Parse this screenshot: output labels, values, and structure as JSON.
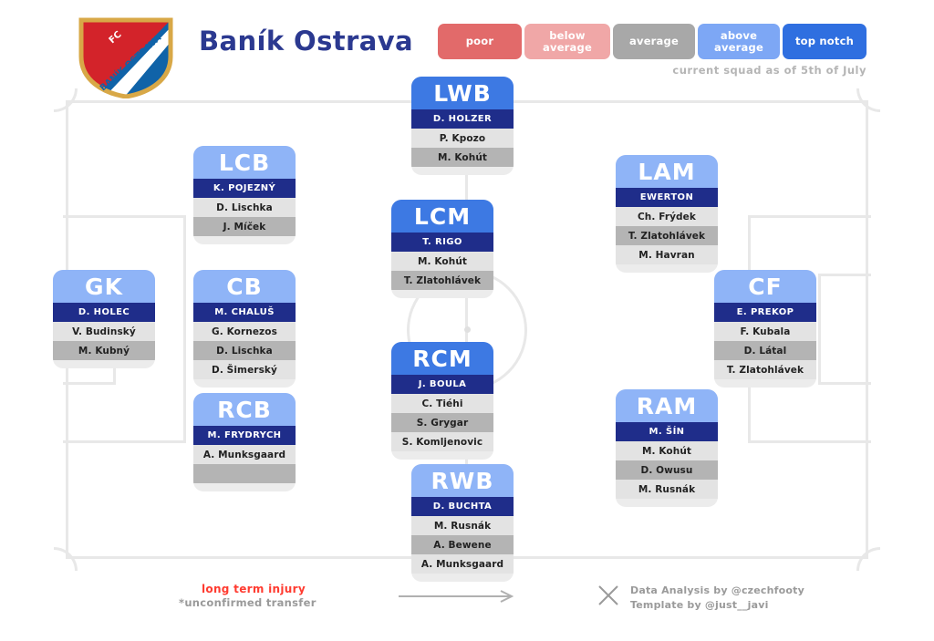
{
  "header": {
    "club_title": "Baník Ostrava",
    "crest": {
      "icon": "club-crest-icon",
      "text_fc": "FC",
      "text_band": "BANÍK OSTRAVA",
      "color_red": "#d3232a",
      "color_blue": "#1063a8",
      "color_gold": "#d8a council"
    },
    "as_of": "current squad as of 5th of July"
  },
  "legend": {
    "items": [
      {
        "label": "poor",
        "key": "poor",
        "color": "#e26a6a"
      },
      {
        "label": "below\naverage",
        "key": "below",
        "color": "#f0a7a7"
      },
      {
        "label": "average",
        "key": "avg",
        "color": "#a8a8a8"
      },
      {
        "label": "above\naverage",
        "key": "above",
        "color": "#7da7f5"
      },
      {
        "label": "top notch",
        "key": "top",
        "color": "#2f6fe0"
      }
    ]
  },
  "positions": [
    {
      "id": "lwb",
      "code": "LWB",
      "rating": "top",
      "players": [
        {
          "name": "D. HOLZER",
          "tier": "starter"
        },
        {
          "name": "P. Kpozo",
          "tier": "light"
        },
        {
          "name": "M. Kohút",
          "tier": "dark"
        }
      ]
    },
    {
      "id": "lcb",
      "code": "LCB",
      "rating": "above",
      "players": [
        {
          "name": "K. POJEZNÝ",
          "tier": "starter"
        },
        {
          "name": "D. Lischka",
          "tier": "light"
        },
        {
          "name": "J. Míček",
          "tier": "dark"
        }
      ]
    },
    {
      "id": "lam",
      "code": "LAM",
      "rating": "above",
      "players": [
        {
          "name": "EWERTON",
          "tier": "starter"
        },
        {
          "name": "Ch. Frýdek",
          "tier": "light"
        },
        {
          "name": "T. Zlatohlávek",
          "tier": "dark"
        },
        {
          "name": "M. Havran",
          "tier": "light"
        }
      ]
    },
    {
      "id": "lcm",
      "code": "LCM",
      "rating": "top",
      "players": [
        {
          "name": "T. RIGO",
          "tier": "starter"
        },
        {
          "name": "M. Kohút",
          "tier": "light"
        },
        {
          "name": "T. Zlatohlávek",
          "tier": "dark"
        }
      ]
    },
    {
      "id": "gk",
      "code": "GK",
      "rating": "above",
      "players": [
        {
          "name": "D. HOLEC",
          "tier": "starter"
        },
        {
          "name": "V. Budinský",
          "tier": "light"
        },
        {
          "name": "M. Kubný",
          "tier": "dark"
        }
      ]
    },
    {
      "id": "cb",
      "code": "CB",
      "rating": "above",
      "players": [
        {
          "name": "M. CHALUŠ",
          "tier": "starter"
        },
        {
          "name": "G. Kornezos",
          "tier": "light"
        },
        {
          "name": "D. Lischka",
          "tier": "dark"
        },
        {
          "name": "D. Šimerský",
          "tier": "light"
        }
      ]
    },
    {
      "id": "cf",
      "code": "CF",
      "rating": "above",
      "players": [
        {
          "name": "E. PREKOP",
          "tier": "starter"
        },
        {
          "name": "F. Kubala",
          "tier": "light"
        },
        {
          "name": "D. Látal",
          "tier": "dark"
        },
        {
          "name": "T. Zlatohlávek",
          "tier": "light"
        }
      ]
    },
    {
      "id": "rcm",
      "code": "RCM",
      "rating": "top",
      "players": [
        {
          "name": "J. BOULA",
          "tier": "starter"
        },
        {
          "name": "C. Tiéhi",
          "tier": "light"
        },
        {
          "name": "S. Grygar",
          "tier": "dark"
        },
        {
          "name": "S. Komljenovic",
          "tier": "light"
        }
      ]
    },
    {
      "id": "rcb",
      "code": "RCB",
      "rating": "above",
      "players": [
        {
          "name": "M. FRYDRYCH",
          "tier": "starter"
        },
        {
          "name": "A. Munksgaard",
          "tier": "light"
        },
        {
          "name": "",
          "tier": "blank"
        }
      ]
    },
    {
      "id": "ram",
      "code": "RAM",
      "rating": "above",
      "players": [
        {
          "name": "M. ŠÍN",
          "tier": "starter"
        },
        {
          "name": "M. Kohút",
          "tier": "light"
        },
        {
          "name": "D. Owusu",
          "tier": "dark"
        },
        {
          "name": "M. Rusnák",
          "tier": "light"
        }
      ]
    },
    {
      "id": "rwb",
      "code": "RWB",
      "rating": "above",
      "players": [
        {
          "name": "D. BUCHTA",
          "tier": "starter"
        },
        {
          "name": "M. Rusnák",
          "tier": "light"
        },
        {
          "name": "A. Bewene",
          "tier": "dark"
        },
        {
          "name": "A. Munksgaard",
          "tier": "light"
        }
      ]
    }
  ],
  "footer": {
    "injury_label": "long term injury",
    "transfer_label": "*unconfirmed transfer",
    "arrow_icon": "arrow-right-icon",
    "x_icon": "x-logo-icon",
    "credit_line1": "Data Analysis by @czechfooty",
    "credit_line2": "Template by @just__javi"
  }
}
